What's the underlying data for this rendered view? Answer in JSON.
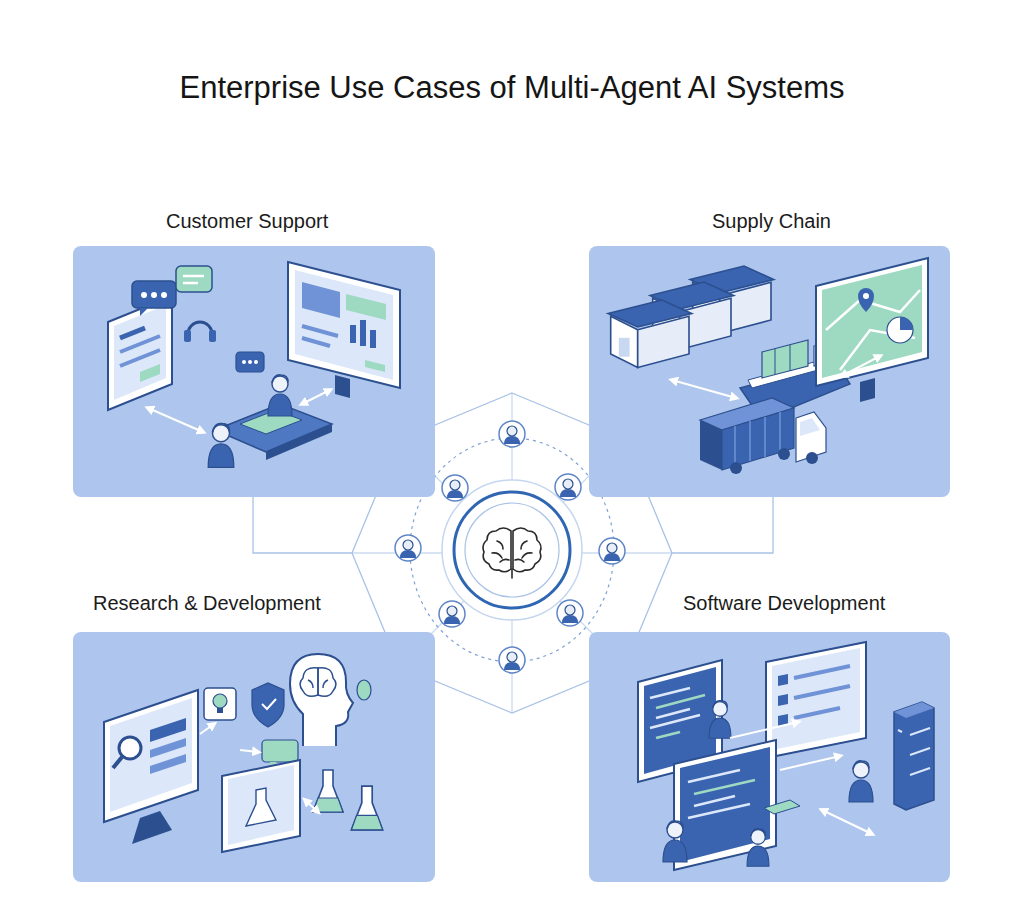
{
  "diagram": {
    "title": "Enterprise Use Cases of Multi-Agent AI Systems",
    "nodes": [
      {
        "text": [
          "Customer Support"
        ]
      },
      {
        "text": [
          "Supply Chain"
        ]
      },
      {
        "text": [
          "Research & Development"
        ]
      },
      {
        "text": [
          "Software Development"
        ]
      }
    ]
  }
}
